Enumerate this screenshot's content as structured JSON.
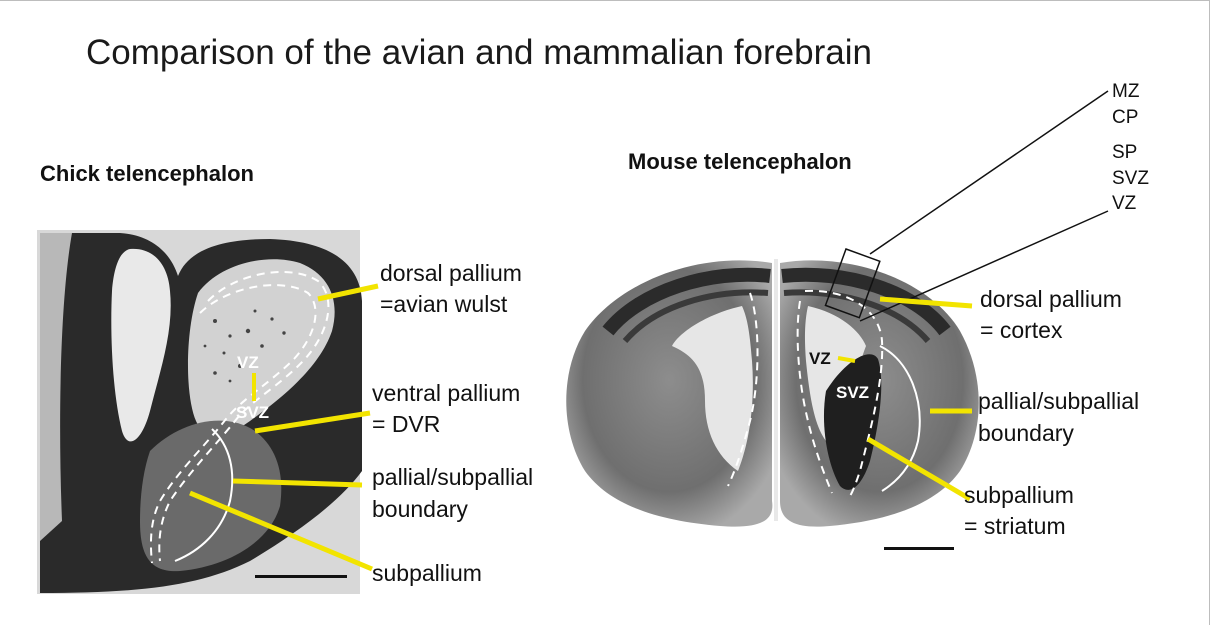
{
  "title": "Comparison of the avian and mammalian forebrain",
  "chick": {
    "heading": "Chick telencephalon",
    "zone_vz": "VZ",
    "zone_svz": "SVZ",
    "labels": {
      "dorsal_1": "dorsal pallium",
      "dorsal_2": "=avian wulst",
      "ventral_1": "ventral pallium",
      "ventral_2": "= DVR",
      "boundary_1": "pallial/subpallial",
      "boundary_2": "boundary",
      "subpallium": "subpallium"
    }
  },
  "mouse": {
    "heading": "Mouse telencephalon",
    "zone_vz": "VZ",
    "zone_svz": "SVZ",
    "layers": [
      "MZ",
      "CP",
      "SP",
      "SVZ",
      "VZ"
    ],
    "labels": {
      "dorsal_1": "dorsal pallium",
      "dorsal_2": "= cortex",
      "boundary_1": "pallial/subpallial",
      "boundary_2": "boundary",
      "sub_1": "subpallium",
      "sub_2": "= striatum"
    }
  },
  "colors": {
    "pointer": "#f2e400",
    "tissue_dark": "#222222",
    "tissue_mid": "#7d7d7d",
    "tissue_light": "#dcdcdc"
  }
}
